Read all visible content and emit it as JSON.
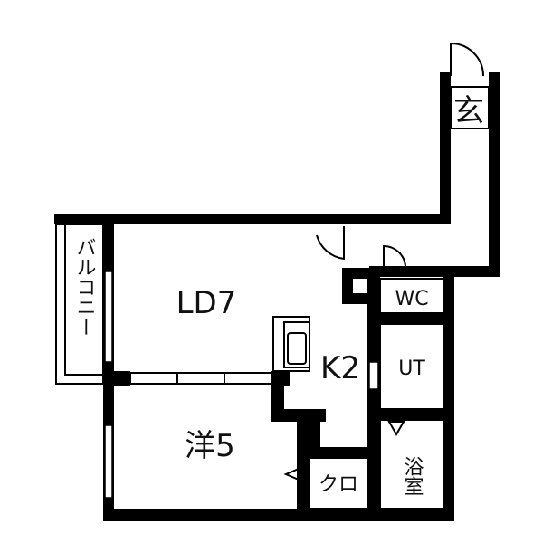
{
  "floorplan": {
    "rooms": {
      "entrance": "玄",
      "balcony": "バルコニー",
      "living_dining": "LD7",
      "kitchen": "K2",
      "wc": "WC",
      "utility": "UT",
      "bedroom": "洋5",
      "bath": "浴室",
      "closet": "クロ"
    }
  }
}
